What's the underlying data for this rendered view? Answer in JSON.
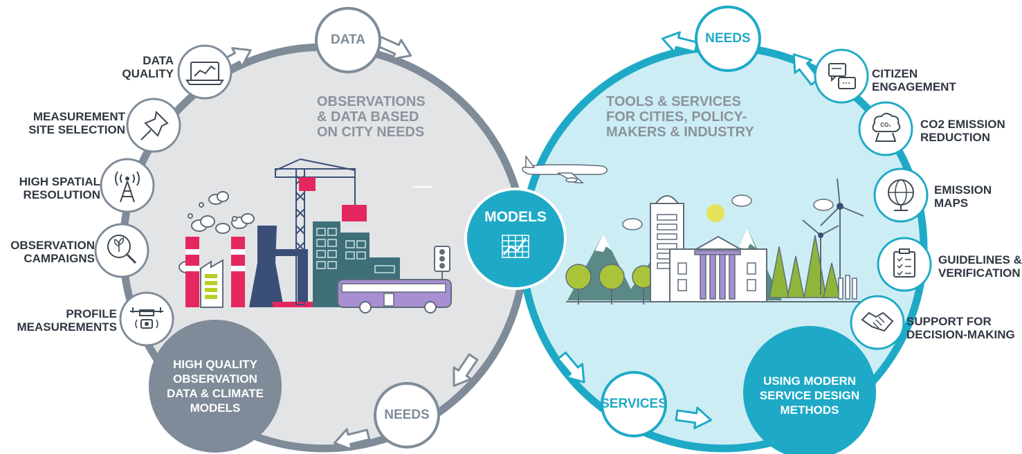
{
  "colors": {
    "left_ring": "#7f8b98",
    "left_fill": "#e2e4e6",
    "right_ring": "#1eaac7",
    "right_fill": "#cdedf4",
    "models_fill": "#1eaac7",
    "dark_node": "#7f8b98",
    "pink": "#e4285f",
    "navy": "#3a4f77",
    "teal_building": "#3e6f78",
    "lime": "#b7cf26",
    "bus": "#a78fd1"
  },
  "left": {
    "title": [
      "OBSERVATIONS",
      "& DATA BASED",
      "ON CITY NEEDS"
    ],
    "top_node": "DATA",
    "bottom_node": "NEEDS",
    "big_node": [
      "HIGH QUALITY",
      "OBSERVATION",
      "DATA & CLIMATE",
      "MODELS"
    ],
    "items": [
      {
        "lines": [
          "DATA",
          "QUALITY"
        ],
        "icon": "laptop-chart-icon"
      },
      {
        "lines": [
          "MEASUREMENT",
          "SITE SELECTION"
        ],
        "icon": "pushpin-icon"
      },
      {
        "lines": [
          "HIGH SPATIAL",
          "RESOLUTION"
        ],
        "icon": "antenna-tower-icon"
      },
      {
        "lines": [
          "OBSERVATION",
          "CAMPAIGNS"
        ],
        "icon": "magnifier-plant-icon"
      },
      {
        "lines": [
          "PROFILE",
          "MEASUREMENTS"
        ],
        "icon": "drone-camera-icon"
      }
    ]
  },
  "center": {
    "label": "MODELS",
    "icon": "chart-grid-icon"
  },
  "right": {
    "title": [
      "TOOLS & SERVICES",
      "FOR CITIES, POLICY-",
      "MAKERS & INDUSTRY"
    ],
    "top_node": "NEEDS",
    "bottom_node": "SERVICES",
    "big_node": [
      "USING MODERN",
      "SERVICE DESIGN",
      "METHODS"
    ],
    "items": [
      {
        "lines": [
          "CITIZEN",
          "ENGAGEMENT"
        ],
        "icon": "chat-bubbles-icon"
      },
      {
        "lines": [
          "CO2 EMISSION",
          "REDUCTION"
        ],
        "icon": "co2-cloud-icon"
      },
      {
        "lines": [
          "EMISSION",
          "MAPS"
        ],
        "icon": "globe-icon"
      },
      {
        "lines": [
          "GUIDELINES &",
          "VERIFICATION"
        ],
        "icon": "clipboard-checklist-icon"
      },
      {
        "lines": [
          "SUPPORT FOR",
          "DECISION-MAKING"
        ],
        "icon": "handshake-icon"
      }
    ]
  }
}
